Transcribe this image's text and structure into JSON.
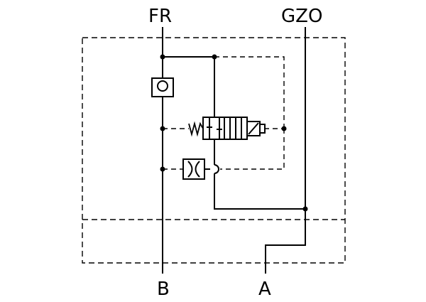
{
  "ports": {
    "fr": "FR",
    "gzo": "GZO",
    "b": "B",
    "a": "A"
  },
  "colors": {
    "line": "#000000",
    "background": "#ffffff"
  },
  "symbols": {
    "check_valve": "check-valve-icon",
    "solenoid_valve": "solenoid-valve-icon",
    "throttle": "throttle-icon",
    "spring": "spring-icon",
    "solenoid": "solenoid-actuator-icon"
  }
}
